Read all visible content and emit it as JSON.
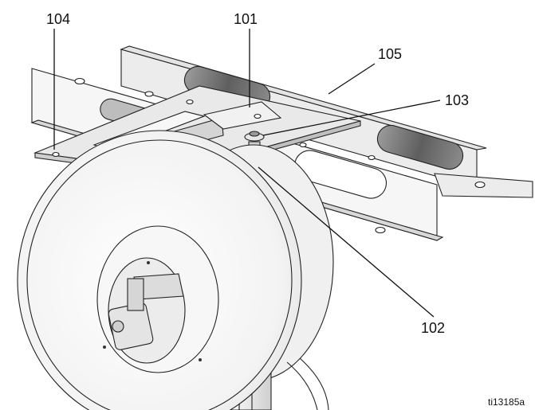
{
  "figure": {
    "callouts": {
      "c101": "101",
      "c102": "102",
      "c103": "103",
      "c104": "104",
      "c105": "105"
    },
    "figure_id": "ti13185a"
  },
  "colors": {
    "line": "#111111",
    "part_light": "#f4f4f4",
    "part_mid": "#dcdcdc",
    "part_shadow": "#9a9a9a",
    "slot_dark": "#6f6f6f"
  }
}
